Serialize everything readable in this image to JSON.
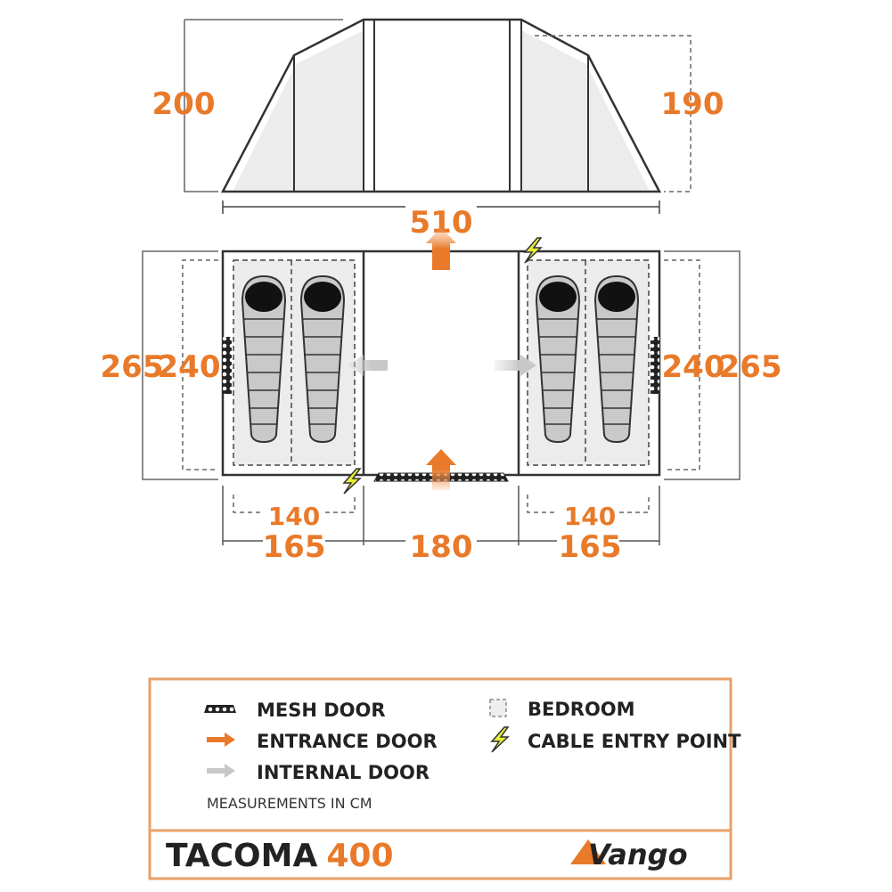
{
  "elevation": {
    "left_height": "200",
    "right_height": "190",
    "width": "510"
  },
  "floorplan": {
    "left_outer_depth": "265",
    "left_bedroom_depth": "240",
    "right_bedroom_depth": "240",
    "right_outer_depth": "265",
    "left_bedroom_width": "140",
    "left_width": "165",
    "center_width": "180",
    "right_bedroom_width": "140",
    "right_width": "165"
  },
  "legend": {
    "items": [
      {
        "icon": "mesh-door-icon",
        "label": "MESH DOOR"
      },
      {
        "icon": "entrance-arrow-icon",
        "label": "ENTRANCE DOOR"
      },
      {
        "icon": "internal-arrow-icon",
        "label": "INTERNAL DOOR"
      },
      {
        "icon": "bedroom-icon",
        "label": "BEDROOM"
      },
      {
        "icon": "lightning-icon",
        "label": "CABLE ENTRY POINT"
      }
    ],
    "note": "MEASUREMENTS IN CM"
  },
  "product": {
    "name": "TACOMA",
    "model": "400",
    "brand": "Vango"
  },
  "colors": {
    "accent": "#e87a2a",
    "line": "#333333",
    "fill": "#ececec",
    "cable": "#e6ec3a"
  }
}
